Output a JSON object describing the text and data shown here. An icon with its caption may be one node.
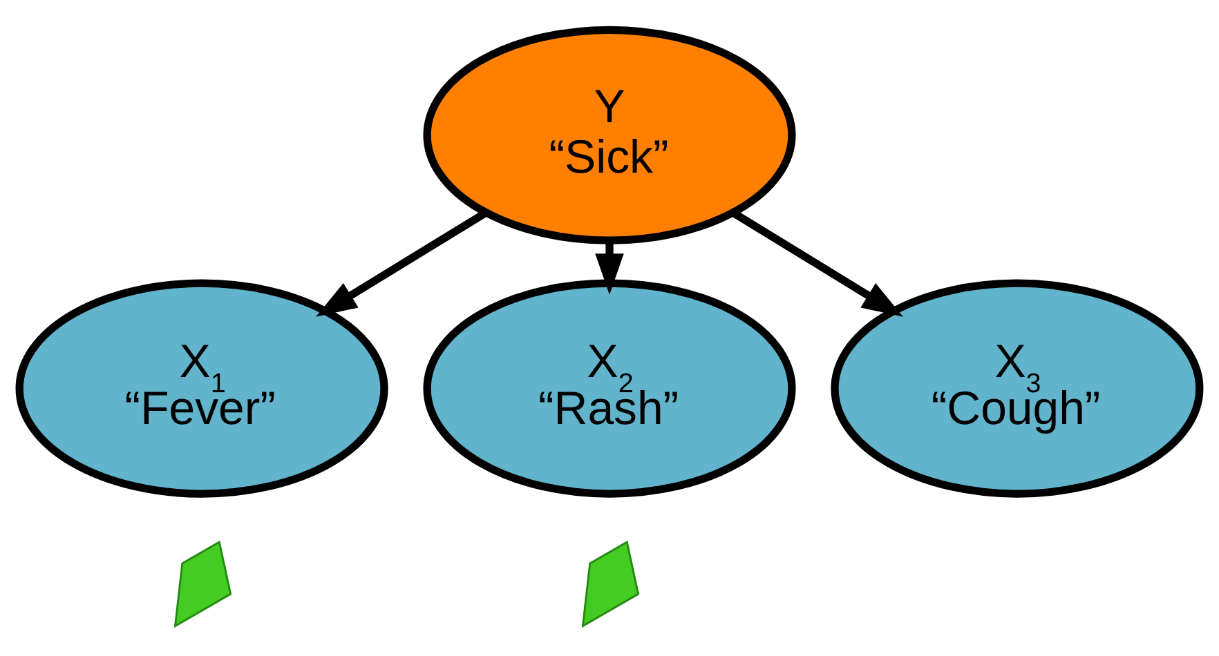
{
  "diagram": {
    "nodes": [
      {
        "text": [
          "Y",
          "“Sick”"
        ]
      },
      {
        "text": [
          "X$_{1}$",
          "“Fever”"
        ]
      },
      {
        "text": [
          "X$_{2}$",
          "“Rash”"
        ]
      },
      {
        "text": [
          "X$_{3}$",
          "“Cough”"
        ]
      },
      {
        "text": [],
        "shape": "checkmark"
      },
      {
        "text": [],
        "shape": "checkmark"
      }
    ],
    "edges": [
      {
        "from": 0,
        "to": 1,
        "arrow": "to"
      },
      {
        "from": 0,
        "to": 2,
        "arrow": "to"
      },
      {
        "from": 0,
        "to": 3,
        "arrow": "to"
      }
    ]
  }
}
